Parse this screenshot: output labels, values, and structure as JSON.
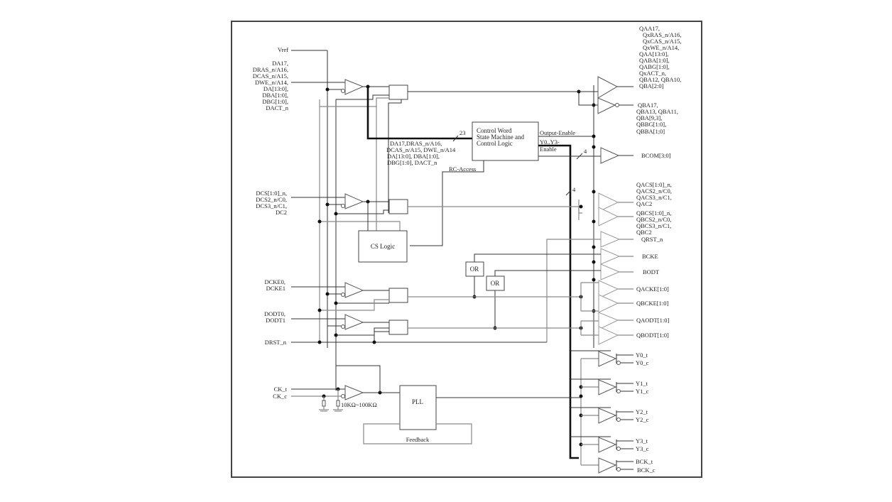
{
  "diagram": {
    "title": "Register Clock Driver Block Diagram",
    "inputs": {
      "vref": "Vref",
      "cmd_addr": [
        "DA17,",
        "DRAS_n/A16,",
        "DCAS_n/A15,",
        "DWE_n/A14,",
        "DA[13:0],",
        "DBA[1:0],",
        "DBG[1:0],",
        "DACT_n"
      ],
      "cs": [
        "DCS[1:0]_n,",
        "DCS2_n/C0,",
        "DCS3_n/C1,",
        "DC2"
      ],
      "cke": [
        "DCKE0,",
        "DCKE1"
      ],
      "odt": [
        "DODT0,",
        "DODT1"
      ],
      "rst": "DRST_n",
      "ck_t": "CK_t",
      "ck_c": "CK_c"
    },
    "blocks": {
      "control_logic": [
        "Control Word",
        "State Machine and",
        "Control Logic"
      ],
      "cs_logic": "CS Logic",
      "or1": "OR",
      "or2": "OR",
      "pll": "PLL",
      "feedback": "Feedback"
    },
    "bus_labels": {
      "bus_width_23": "23",
      "bus_signals": [
        "DA17,DRAS_n/A16,",
        "DCAS_n/A15, DWE_n/A14",
        "DA[13:0], DBA[1:0],",
        "DBG[1:0], DACT_n"
      ],
      "rc_access": "RC-Access",
      "output_enable": "Output-Enable",
      "y_enable": [
        "Y0..Y3-",
        "Enable"
      ],
      "width_4a": "4",
      "width_4b": "4",
      "resistor": "10KΩ~100KΩ"
    },
    "outputs": {
      "qa_cmd": [
        "QAA17,",
        "QxRAS_n/A16,",
        "QxCAS_n/A15,",
        "QxWE_n/A14,",
        "QAA[13:0],",
        "QABA[1:0],",
        "QABG[1:0],",
        "QxACT_n,",
        "QBA12, QBA10,",
        "QBA[2:0]"
      ],
      "qb_cmd": [
        "QBA17,",
        "QBA13, QBA11,",
        "QBA[9,3],",
        "QBBG[1:0],",
        "QBBA[1;0]"
      ],
      "bcom": "BCOM[3:0]",
      "qa_cs": [
        "QACS[1:0]_n,",
        "QACS2_n/C0,",
        "QACS3_n/C1,",
        "QAC2"
      ],
      "qb_cs": [
        "QBCS[1:0]_n,",
        "QBCS2_n/C0,",
        "QBCS3_n/C1,",
        "QBC2"
      ],
      "qrst": "QRST_n",
      "bcke": "BCKE",
      "bodt": "BODT",
      "qacke": "QACKE[1:0]",
      "qbcke": "QBCKE[1:0]",
      "qaodt": "QAODT[1:0]",
      "qbodt": "QBODT[1:0]",
      "y0_t": "Y0_t",
      "y0_c": "Y0_c",
      "y1_t": "Y1_t",
      "y1_c": "Y1_c",
      "y2_t": "Y2_t",
      "y2_c": "Y2_c",
      "y3_t": "Y3_t",
      "y3_c": "Y3_c",
      "bck_t": "BCK_t",
      "bck_c": "BCK_c"
    }
  }
}
